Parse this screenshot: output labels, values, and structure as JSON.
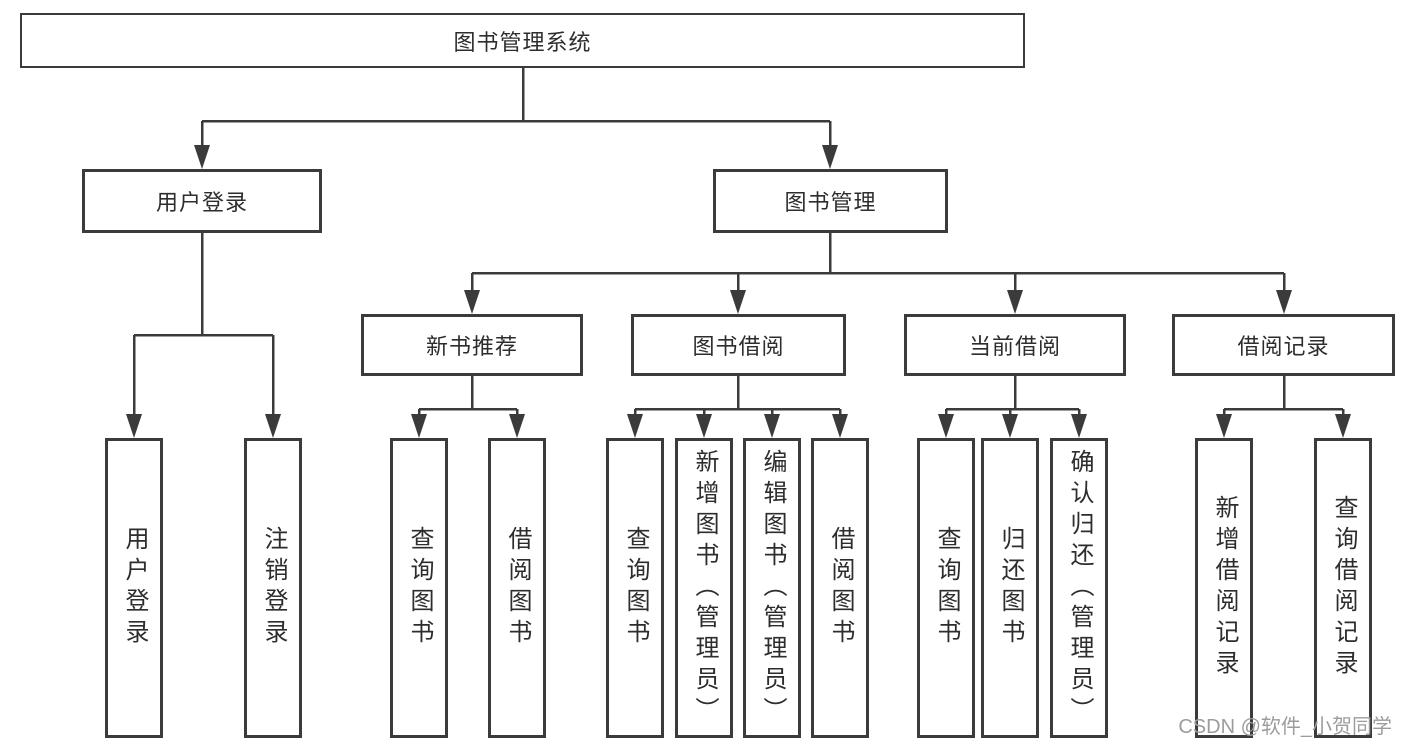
{
  "diagram": {
    "title_node": {
      "label": "图书管理系统"
    },
    "level2": [
      {
        "label": "用户登录"
      },
      {
        "label": "图书管理"
      }
    ],
    "level3": [
      {
        "label": "新书推荐"
      },
      {
        "label": "图书借阅"
      },
      {
        "label": "当前借阅"
      },
      {
        "label": "借阅记录"
      }
    ],
    "leaves": {
      "user_login": [
        {
          "label": "用户登录"
        },
        {
          "label": "注销登录"
        }
      ],
      "new_book_recommend": [
        {
          "label": "查询图书"
        },
        {
          "label": "借阅图书"
        }
      ],
      "book_borrowing": [
        {
          "label": "查询图书"
        },
        {
          "label": "新增图书（管理员）"
        },
        {
          "label": "编辑图书（管理员）"
        },
        {
          "label": "借阅图书"
        }
      ],
      "current_borrowing": [
        {
          "label": "查询图书"
        },
        {
          "label": "归还图书"
        },
        {
          "label": "确认归还（管理员）"
        }
      ],
      "borrowing_records": [
        {
          "label": "新增借阅记录"
        },
        {
          "label": "查询借阅记录"
        }
      ]
    },
    "watermark": "CSDN @软件_小贺同学",
    "colors": {
      "line": "#3b3b3b",
      "text": "#2d2d2d",
      "background": "#ffffff",
      "watermark": "#9c9c9c"
    }
  }
}
